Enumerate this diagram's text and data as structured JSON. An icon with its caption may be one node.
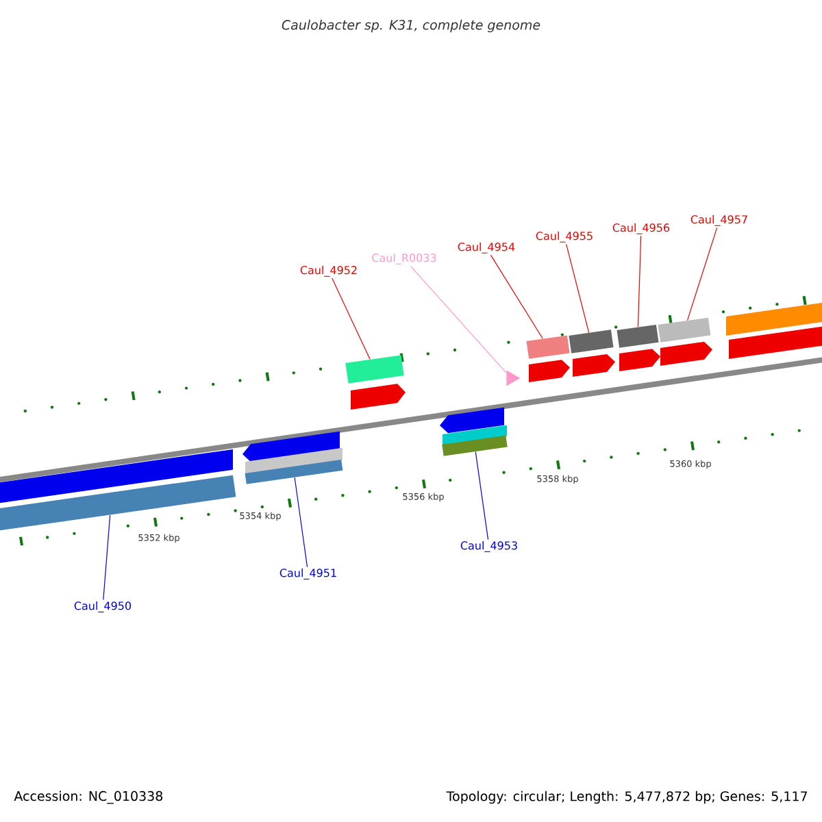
{
  "diagram": {
    "title": "Caulobacter sp. K31, complete genome",
    "nodes": [
      {
        "text": [
          "Caul_4952"
        ]
      },
      {
        "text": [
          "Caul_R0033"
        ]
      },
      {
        "text": [
          "Caul_4954"
        ]
      },
      {
        "text": [
          "Caul_4955"
        ]
      },
      {
        "text": [
          "Caul_4956"
        ]
      },
      {
        "text": [
          "Caul_4957"
        ]
      },
      {
        "text": [
          "Caul_4950"
        ]
      },
      {
        "text": [
          "Caul_4951"
        ]
      },
      {
        "text": [
          "Caul_4953"
        ]
      },
      {
        "text": [],
        "shape": "bar"
      },
      {
        "text": [],
        "shape": "triangle"
      },
      {
        "text": [],
        "shape": "bar"
      },
      {
        "text": [],
        "shape": "bar"
      },
      {
        "text": [],
        "shape": "bar"
      },
      {
        "text": [],
        "shape": "bar"
      },
      {
        "text": [],
        "shape": "bar"
      },
      {
        "text": [],
        "shape": "bar"
      },
      {
        "text": [],
        "shape": "bar"
      }
    ],
    "edges": [
      {
        "from": 0,
        "to": 9,
        "arrow": "none"
      },
      {
        "from": 1,
        "to": 10,
        "arrow": "none",
        "color": "#ff99cc"
      },
      {
        "from": 2,
        "to": 11,
        "arrow": "none"
      },
      {
        "from": 3,
        "to": 12,
        "arrow": "none"
      },
      {
        "from": 4,
        "to": 13,
        "arrow": "none"
      },
      {
        "from": 5,
        "to": 14,
        "arrow": "none"
      },
      {
        "from": 6,
        "to": 15,
        "arrow": "none",
        "color": "#0000ee"
      },
      {
        "from": 7,
        "to": 16,
        "arrow": "none",
        "color": "#0000ee"
      },
      {
        "from": 8,
        "to": 17,
        "arrow": "none",
        "color": "#0000ee"
      }
    ],
    "labels": [
      "5352 kbp",
      "5354 kbp",
      "5356 kbp",
      "5358 kbp",
      "5360 kbp",
      "Accession: NC_010338",
      "Topology: circular; Length: 5,477,872 bp; Genes: 5,117"
    ]
  }
}
